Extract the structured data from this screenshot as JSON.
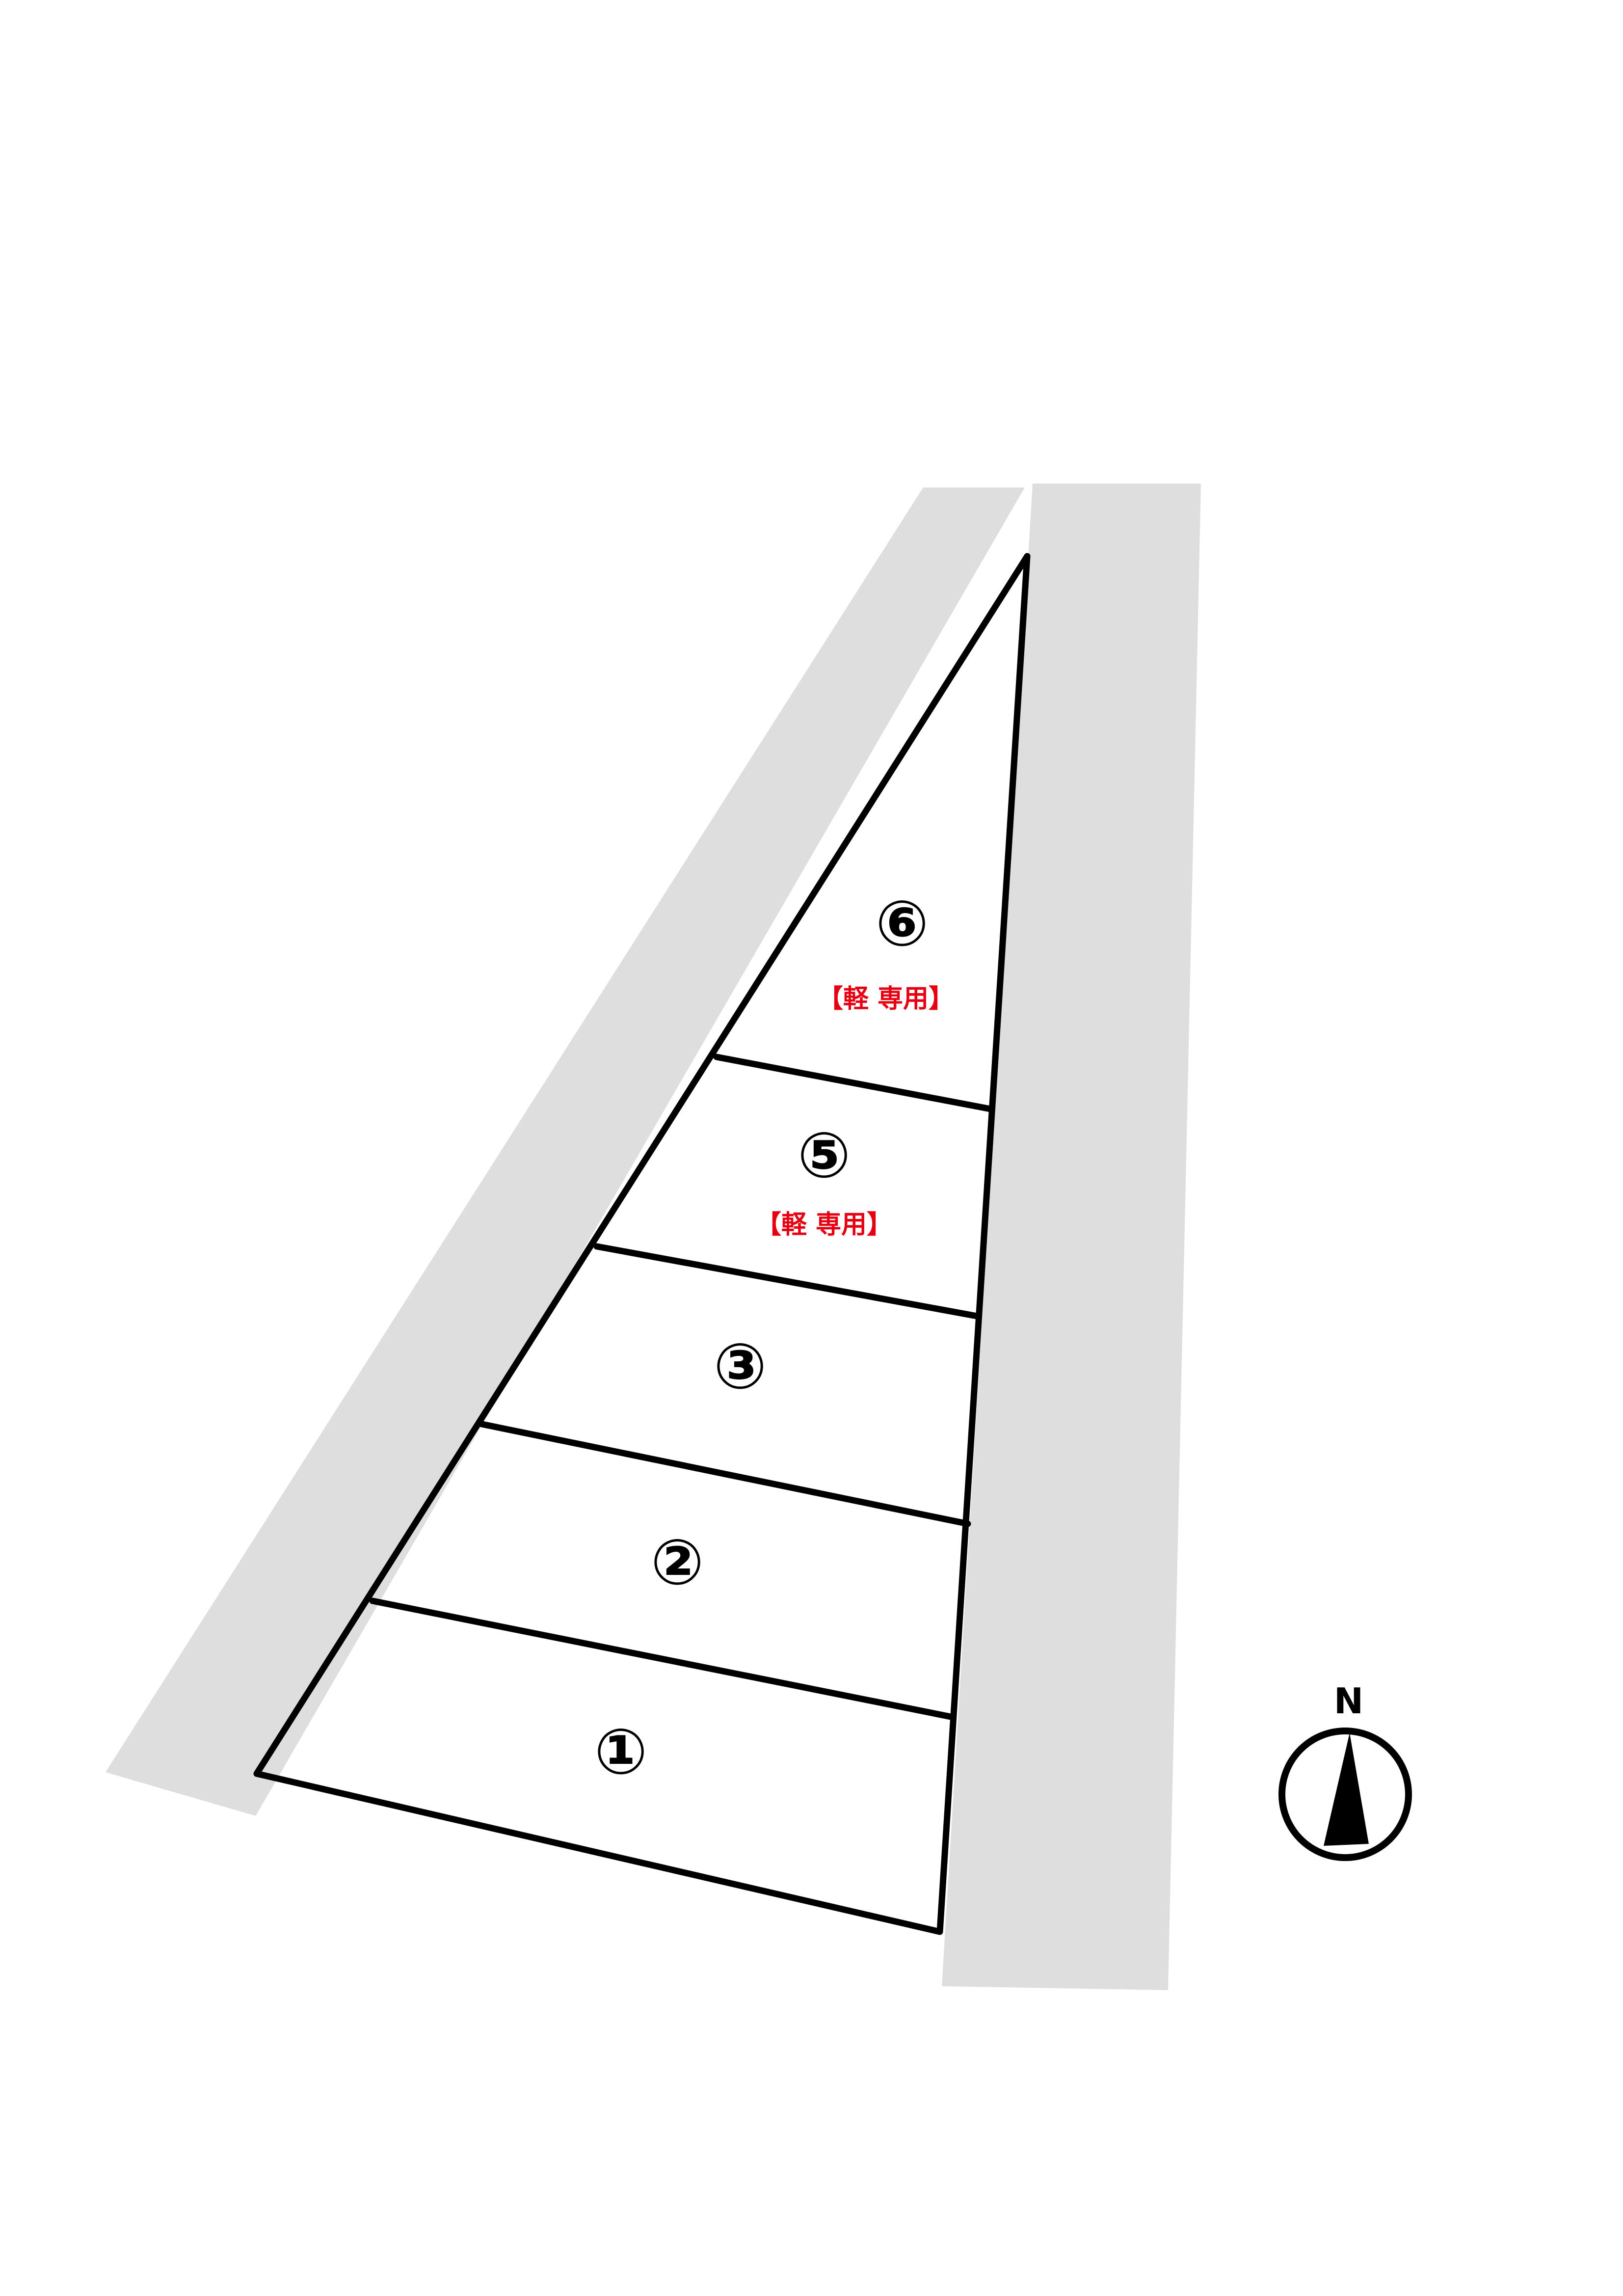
{
  "lots": [
    {
      "id": "1",
      "number": "①",
      "note": ""
    },
    {
      "id": "2",
      "number": "②",
      "note": ""
    },
    {
      "id": "3",
      "number": "③",
      "note": ""
    },
    {
      "id": "5",
      "number": "⑤",
      "note": "【軽 専用】"
    },
    {
      "id": "6",
      "number": "⑥",
      "note": "【軽 専用】"
    }
  ],
  "compass": {
    "label": "N",
    "icon": "north-arrow-icon"
  },
  "colors": {
    "road": "#dedede",
    "line": "#000000",
    "note": "#e60012",
    "background": "#ffffff"
  }
}
